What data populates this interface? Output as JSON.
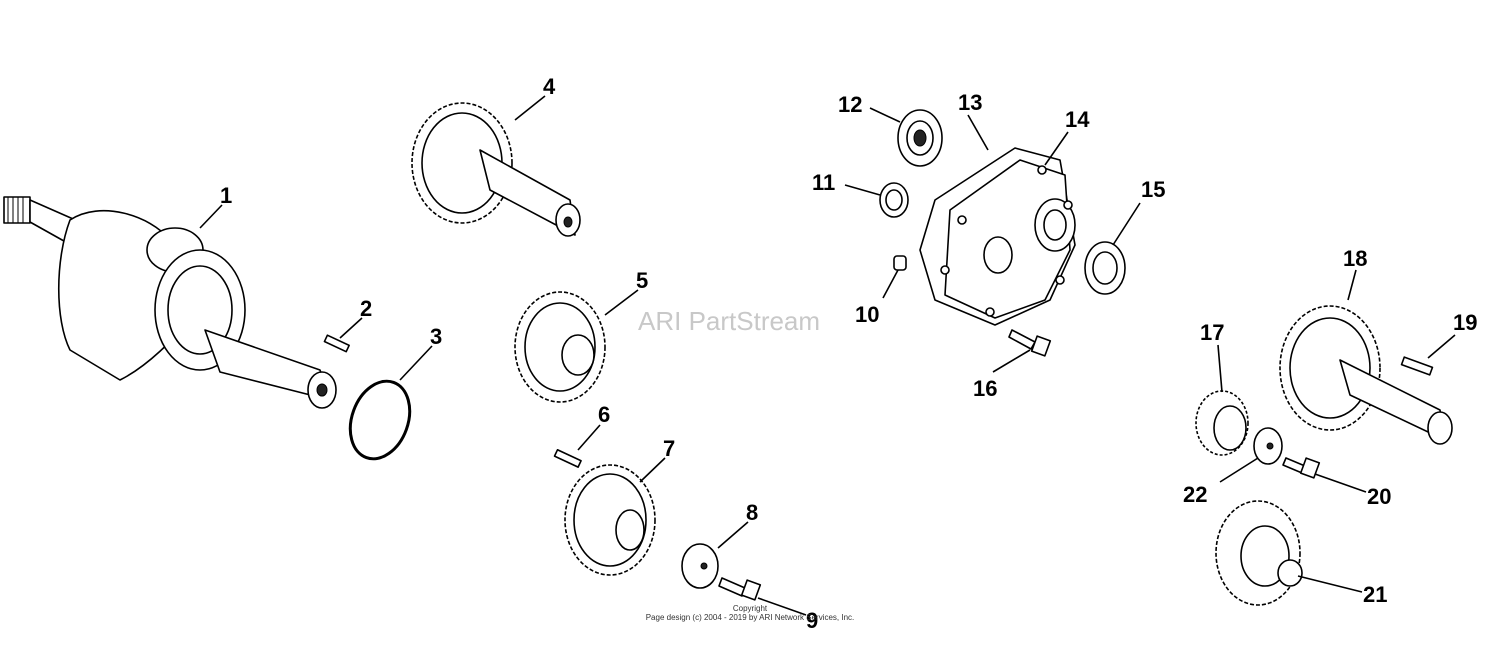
{
  "watermark": "ARI PartStream",
  "copyright": {
    "line1": "Copyright",
    "line2": "Page design (c) 2004 - 2019 by ARI Network Services, Inc."
  },
  "callouts": [
    "1",
    "2",
    "3",
    "4",
    "5",
    "6",
    "7",
    "8",
    "9",
    "10",
    "11",
    "12",
    "13",
    "14",
    "15",
    "16",
    "17",
    "18",
    "19",
    "20",
    "21",
    "22"
  ],
  "colors": {
    "line": "#000000",
    "background": "#ffffff",
    "watermark": "#c8c8c8"
  }
}
